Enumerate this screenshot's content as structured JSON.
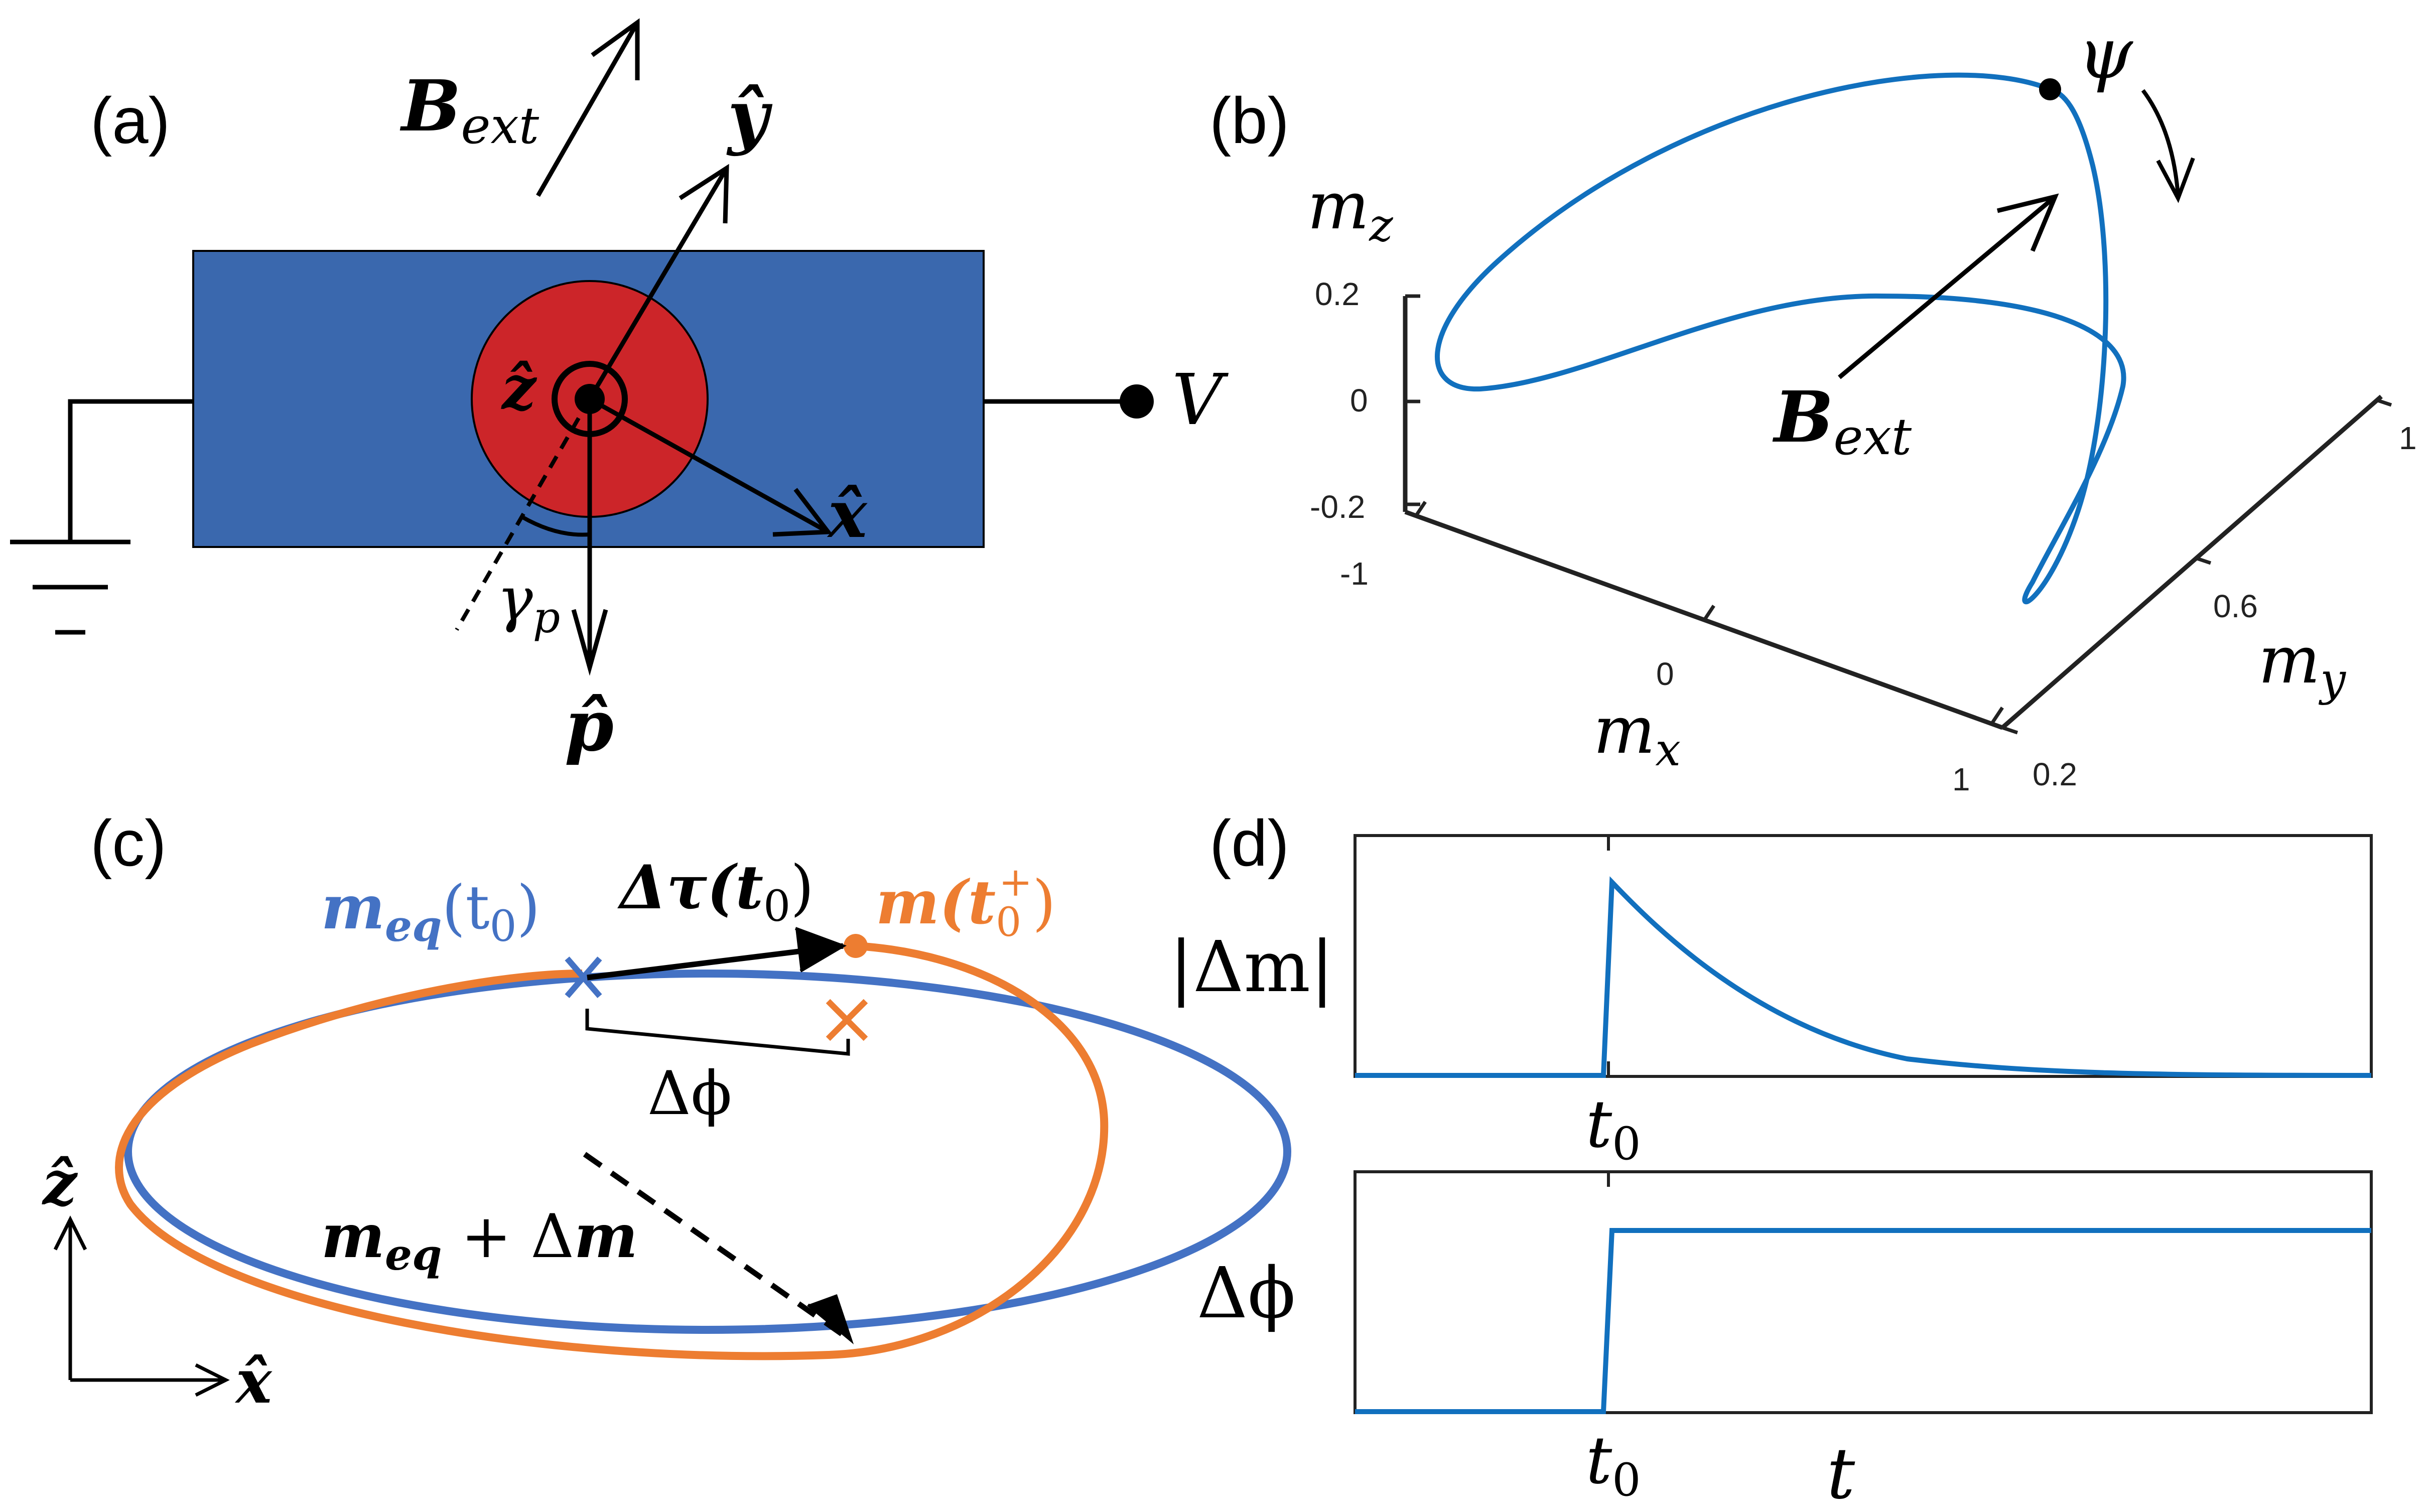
{
  "colors": {
    "substrate_blue": "#3a68ae",
    "magnet_red": "#cc2529",
    "curve_blue": "#1170be",
    "trace_blue": "#4472c4",
    "trace_orange": "#ed7d31",
    "black": "#000000"
  },
  "panel_a": {
    "label": "(a)",
    "b_ext": "B",
    "b_ext_sub": "ext",
    "y_hat": "ŷ",
    "z_hat": "ẑ",
    "x_hat": "x̂",
    "p_hat": "p̂",
    "gamma": "γ",
    "gamma_sub": "p",
    "voltage": "V"
  },
  "panel_b": {
    "label": "(b)",
    "mz": "m",
    "mz_sub": "z",
    "mx": "m",
    "mx_sub": "x",
    "my": "m",
    "my_sub": "y",
    "psi": "ψ",
    "b_ext": "B",
    "b_ext_sub": "ext",
    "z_ticks": [
      "0.2",
      "0",
      "-0.2"
    ],
    "x_ticks": [
      "-1",
      "0",
      "1"
    ],
    "y_ticks": [
      "0.2",
      "0.6",
      "1"
    ]
  },
  "panel_c": {
    "label": "(c)",
    "meq_t0": "m",
    "meq_t0_sub": "eq",
    "meq_t0_arg": "(t",
    "meq_t0_argsub": "0",
    "meq_t0_close": ")",
    "dtau": "Δτ(t",
    "dtau_sub": "0",
    "dtau_close": ")",
    "m_t0plus": "m(t",
    "m_t0plus_sub": "0",
    "m_t0plus_sup": "+",
    "m_t0plus_close": ")",
    "dphi": "Δϕ",
    "meq_dm_m": "m",
    "meq_dm_sub": "eq",
    "meq_dm_rest": " + Δ",
    "meq_dm_m2": "m",
    "z_hat": "ẑ",
    "x_hat": "x̂"
  },
  "panel_d": {
    "label": "(d)",
    "top_ylabel": "|Δm|",
    "bottom_ylabel": "Δϕ",
    "t0": "t",
    "t0_sub": "0",
    "t_axis": "t"
  }
}
